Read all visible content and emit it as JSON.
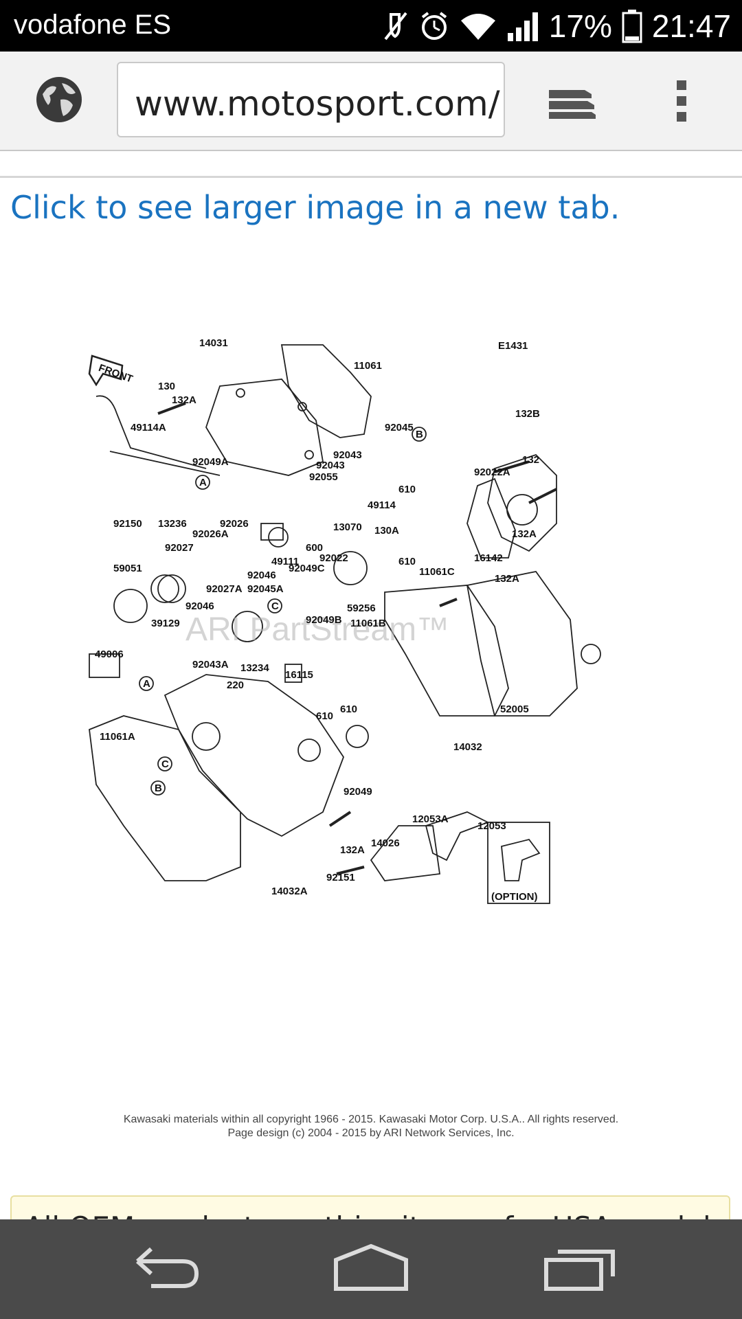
{
  "status_bar": {
    "carrier": "vodafone ES",
    "battery_percent": "17%",
    "time": "21:47",
    "icons": [
      "muted-icon",
      "alarm-icon",
      "wifi-icon",
      "signal-icon",
      "battery-icon"
    ]
  },
  "toolbar": {
    "url": "www.motosport.com/",
    "icons": [
      "globe-icon",
      "tabs-icon",
      "overflow-menu-icon"
    ]
  },
  "page": {
    "larger_image_link": "Click to see larger image in a new tab.",
    "diagram": {
      "code": "E1431",
      "front_label": "FRONT",
      "watermark": "ARI PartStream™",
      "option_label": "(OPTION)",
      "callouts": [
        "A",
        "B",
        "C"
      ],
      "part_labels": [
        "14031",
        "11061",
        "130",
        "132A",
        "49114A",
        "92049A",
        "92150",
        "13236",
        "92043",
        "92045",
        "132B",
        "92043",
        "92055",
        "49114",
        "92022A",
        "132",
        "610",
        "13070",
        "130A",
        "132A",
        "92026",
        "92026A",
        "600",
        "49111",
        "92027",
        "92022",
        "610",
        "11061C",
        "16142",
        "132A",
        "59051",
        "92046",
        "92027A",
        "92049C",
        "92046",
        "92045A",
        "59256",
        "39129",
        "92049B",
        "11061B",
        "49006",
        "13234",
        "16115",
        "92043A",
        "220",
        "610",
        "52005",
        "11061A",
        "610",
        "14032",
        "92049",
        "12053A",
        "12053",
        "132A",
        "14026",
        "92151",
        "14032A"
      ]
    },
    "copyright_line1": "Kawasaki materials within all copyright 1966 - 2015.  Kawasaki Motor Corp. U.S.A..  All rights reserved.",
    "copyright_line2": "Page design (c) 2004 - 2015 by ARI Network Services, Inc.",
    "notice_text": "All OEM products on this site are for USA models."
  },
  "nav_bar": {
    "icons": [
      "back-icon",
      "home-icon",
      "recent-apps-icon"
    ]
  }
}
